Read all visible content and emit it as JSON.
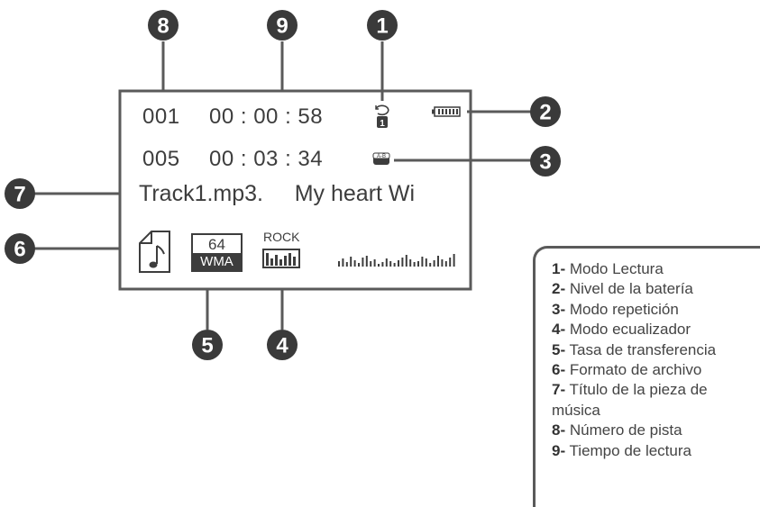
{
  "display": {
    "row1": {
      "track": "001",
      "time": "00 : 00 : 58"
    },
    "row2": {
      "track": "005",
      "time": "00 : 03 : 34"
    },
    "title": "Track1.mp3.     My heart Wi",
    "repeat_icon_number": "1",
    "ab_icon_label": "A-B",
    "bitrate": "64",
    "format": "WMA",
    "eq_label": "ROCK"
  },
  "callouts": [
    "1",
    "2",
    "3",
    "4",
    "5",
    "6",
    "7",
    "8",
    "9"
  ],
  "legend": {
    "items": [
      {
        "num": "1-",
        "text": " Modo Lectura"
      },
      {
        "num": "2-",
        "text": " Nivel de la batería"
      },
      {
        "num": "3-",
        "text": " Modo repetición"
      },
      {
        "num": "4-",
        "text": " Modo ecualizador"
      },
      {
        "num": "5-",
        "text": " Tasa de transferencia"
      },
      {
        "num": "6-",
        "text": " Formato de archivo"
      },
      {
        "num": "7-",
        "text": " Título de la pieza de música"
      },
      {
        "num": "8-",
        "text": " Número de pista"
      },
      {
        "num": "9-",
        "text": " Tiempo de lectura"
      }
    ]
  },
  "colors": {
    "frame": "#5a5a5a",
    "badge": "#3a3a3a",
    "text": "#3d3d3d"
  }
}
